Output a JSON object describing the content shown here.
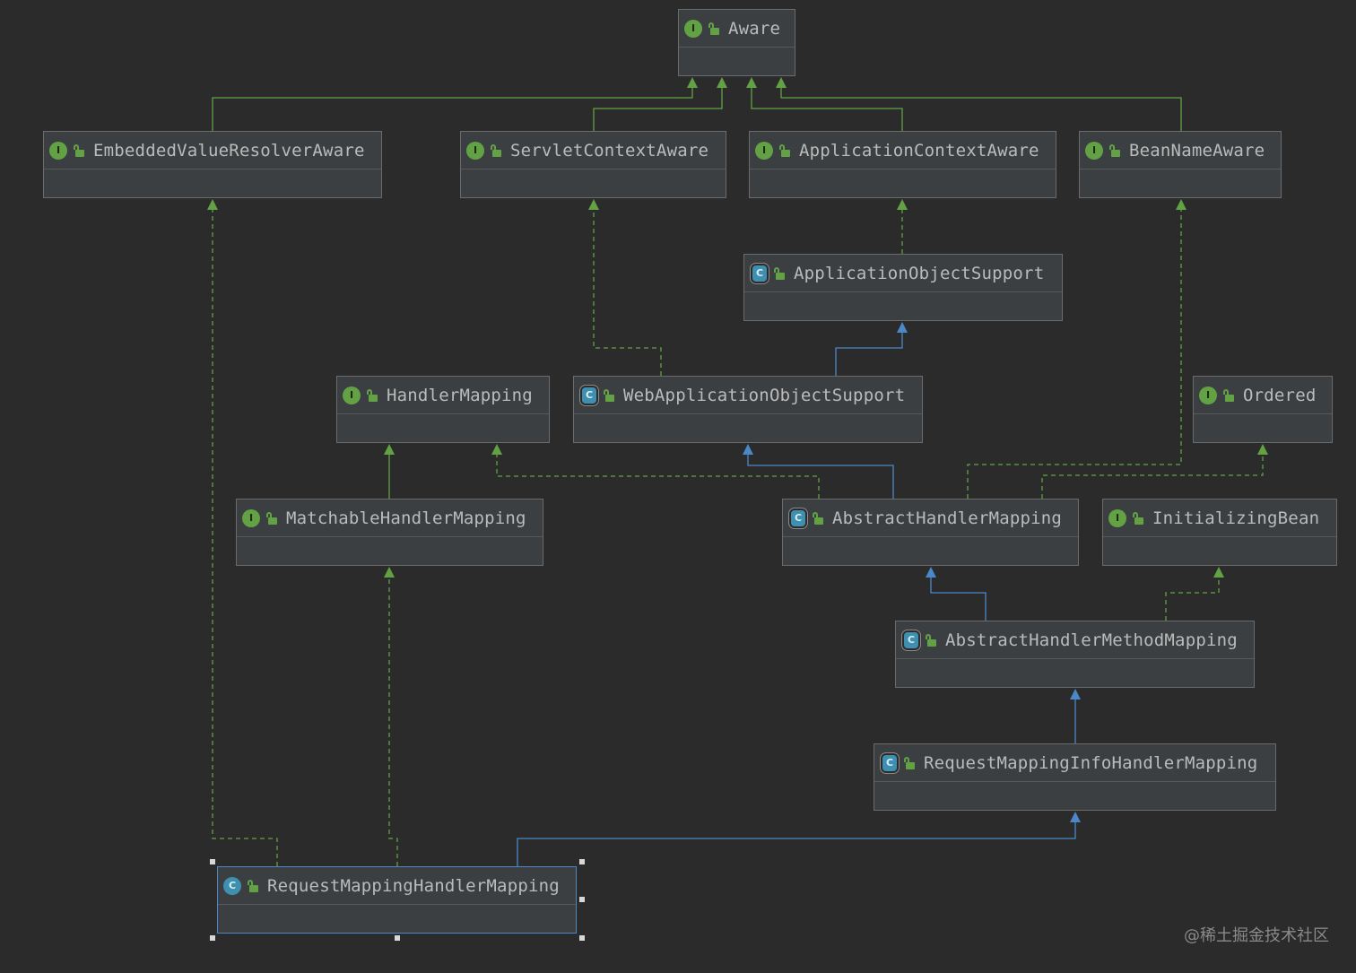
{
  "diagram": {
    "nodes": {
      "aware": {
        "name": "Aware",
        "kind": "interface"
      },
      "embedded": {
        "name": "EmbeddedValueResolverAware",
        "kind": "interface"
      },
      "servlet": {
        "name": "ServletContextAware",
        "kind": "interface"
      },
      "appctx": {
        "name": "ApplicationContextAware",
        "kind": "interface"
      },
      "beanname": {
        "name": "BeanNameAware",
        "kind": "interface"
      },
      "appobj": {
        "name": "ApplicationObjectSupport",
        "kind": "abstract-class"
      },
      "handler": {
        "name": "HandlerMapping",
        "kind": "interface"
      },
      "webapp": {
        "name": "WebApplicationObjectSupport",
        "kind": "abstract-class"
      },
      "ordered": {
        "name": "Ordered",
        "kind": "interface"
      },
      "matchable": {
        "name": "MatchableHandlerMapping",
        "kind": "interface"
      },
      "abstracthm": {
        "name": "AbstractHandlerMapping",
        "kind": "abstract-class"
      },
      "initbean": {
        "name": "InitializingBean",
        "kind": "interface"
      },
      "abstracthmm": {
        "name": "AbstractHandlerMethodMapping",
        "kind": "abstract-class"
      },
      "rmihm": {
        "name": "RequestMappingInfoHandlerMapping",
        "kind": "abstract-class"
      },
      "rmhm": {
        "name": "RequestMappingHandlerMapping",
        "kind": "class"
      }
    },
    "kind_badges": {
      "interface": "I",
      "class": "C",
      "abstract-class": "C"
    },
    "edge_colors": {
      "extends": "#4a88c7",
      "implements": "#62a244",
      "interface_extends": "#62a244"
    },
    "edges": [
      {
        "from": "embedded",
        "to": "aware",
        "type": "interface_extends"
      },
      {
        "from": "servlet",
        "to": "aware",
        "type": "interface_extends"
      },
      {
        "from": "appctx",
        "to": "aware",
        "type": "interface_extends"
      },
      {
        "from": "beanname",
        "to": "aware",
        "type": "interface_extends"
      },
      {
        "from": "appobj",
        "to": "appctx",
        "type": "implements"
      },
      {
        "from": "webapp",
        "to": "appobj",
        "type": "extends"
      },
      {
        "from": "webapp",
        "to": "servlet",
        "type": "implements"
      },
      {
        "from": "matchable",
        "to": "handler",
        "type": "interface_extends"
      },
      {
        "from": "abstracthm",
        "to": "webapp",
        "type": "extends"
      },
      {
        "from": "abstracthm",
        "to": "handler",
        "type": "implements"
      },
      {
        "from": "abstracthm",
        "to": "beanname",
        "type": "implements"
      },
      {
        "from": "abstracthm",
        "to": "ordered",
        "type": "implements"
      },
      {
        "from": "abstracthmm",
        "to": "abstracthm",
        "type": "extends"
      },
      {
        "from": "abstracthmm",
        "to": "initbean",
        "type": "implements"
      },
      {
        "from": "rmihm",
        "to": "abstracthmm",
        "type": "extends"
      },
      {
        "from": "rmhm",
        "to": "rmihm",
        "type": "extends"
      },
      {
        "from": "rmhm",
        "to": "matchable",
        "type": "implements"
      },
      {
        "from": "rmhm",
        "to": "embedded",
        "type": "implements"
      }
    ],
    "selected": "rmhm"
  },
  "watermark": "@稀土掘金技术社区"
}
